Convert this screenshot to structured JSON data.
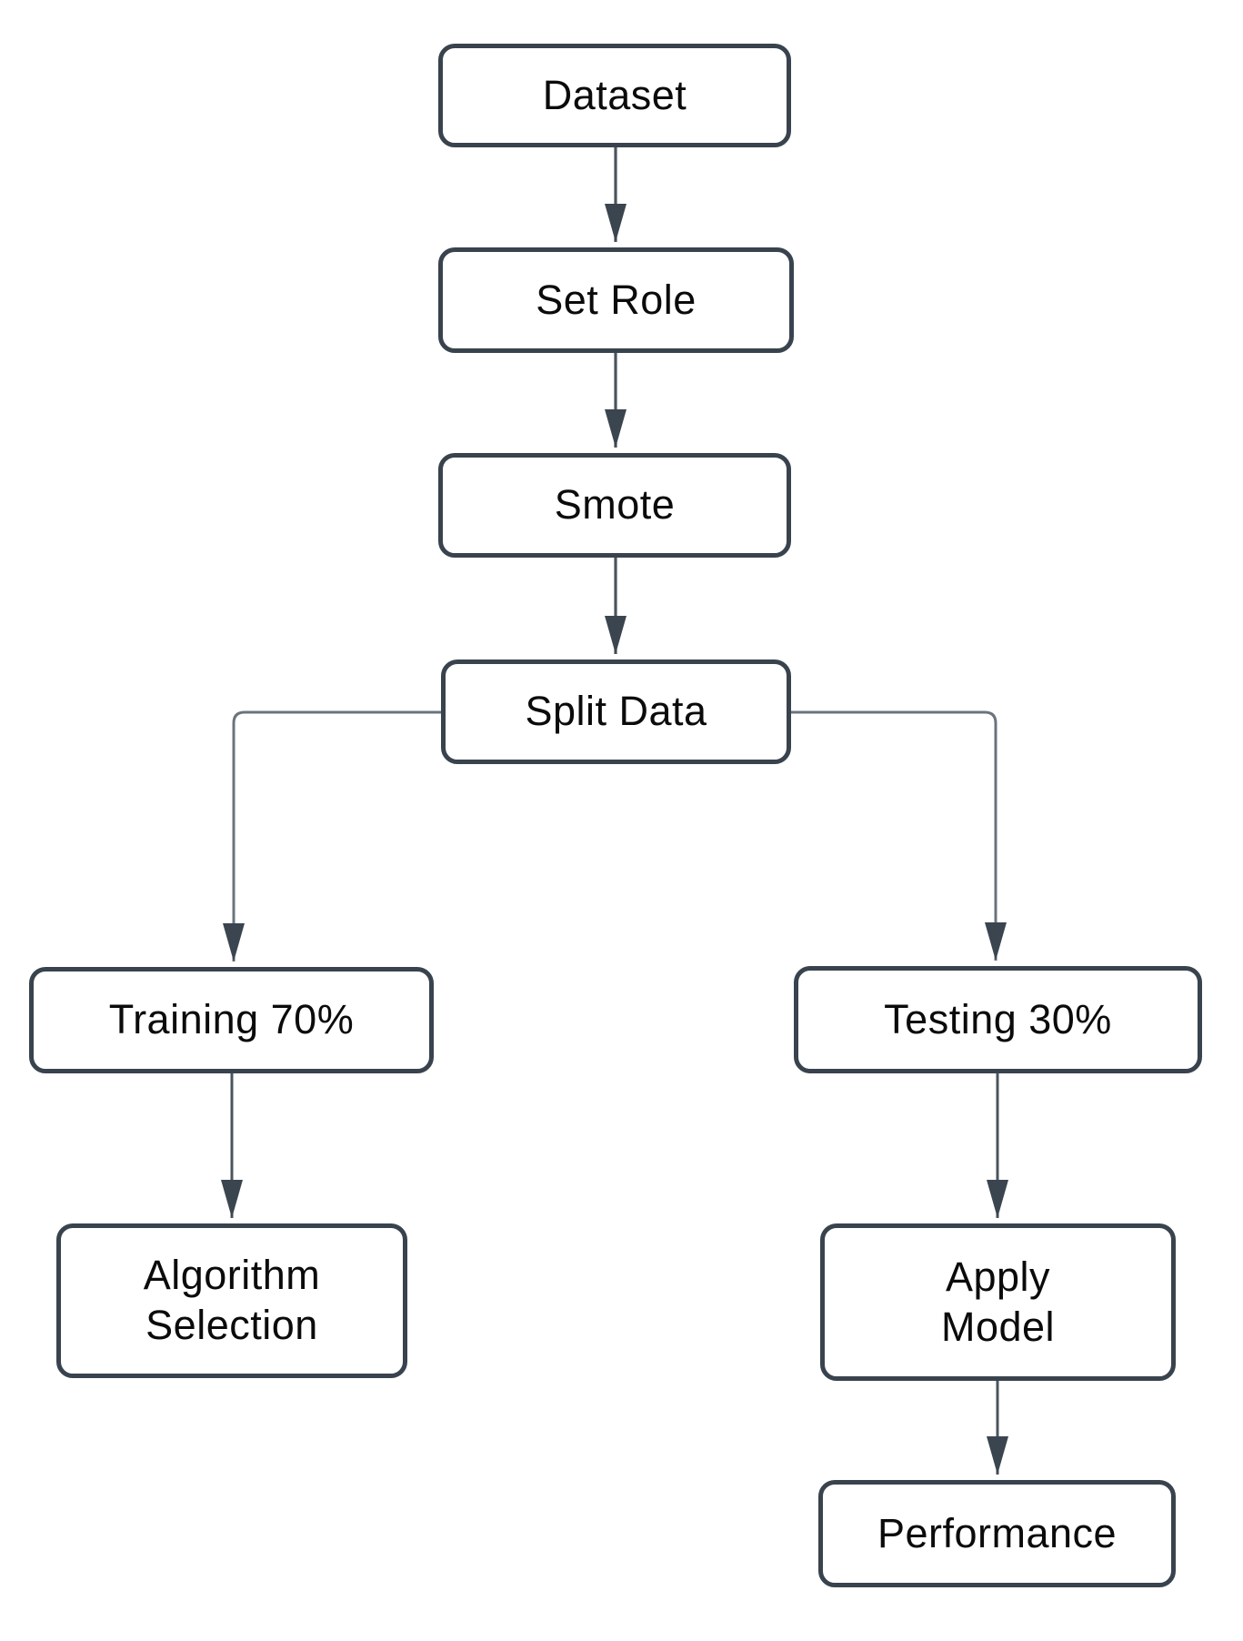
{
  "diagram": {
    "type": "flowchart",
    "background_color": "#ffffff",
    "node_fill_color": "#ffffff",
    "node_border_color": "#39434e",
    "connector_color": "#5f6a74",
    "chain_connector_color": "#4b545e",
    "arrowhead_color": "#3b454f",
    "text_color": "#0b0b0b",
    "nodes": [
      {
        "id": "dataset",
        "label": "Dataset"
      },
      {
        "id": "set-role",
        "label": "Set Role"
      },
      {
        "id": "smote",
        "label": "Smote"
      },
      {
        "id": "split-data",
        "label": "Split Data"
      },
      {
        "id": "training",
        "label": "Training 70%"
      },
      {
        "id": "testing",
        "label": "Testing 30%"
      },
      {
        "id": "algorithm-selection",
        "label": "Algorithm\nSelection"
      },
      {
        "id": "apply-model",
        "label": "Apply\nModel"
      },
      {
        "id": "performance",
        "label": "Performance"
      }
    ],
    "edges": [
      {
        "from": "dataset",
        "to": "set-role"
      },
      {
        "from": "set-role",
        "to": "smote"
      },
      {
        "from": "smote",
        "to": "split-data"
      },
      {
        "from": "split-data",
        "to": "training"
      },
      {
        "from": "split-data",
        "to": "testing"
      },
      {
        "from": "training",
        "to": "algorithm-selection"
      },
      {
        "from": "testing",
        "to": "apply-model"
      },
      {
        "from": "apply-model",
        "to": "performance"
      }
    ]
  }
}
